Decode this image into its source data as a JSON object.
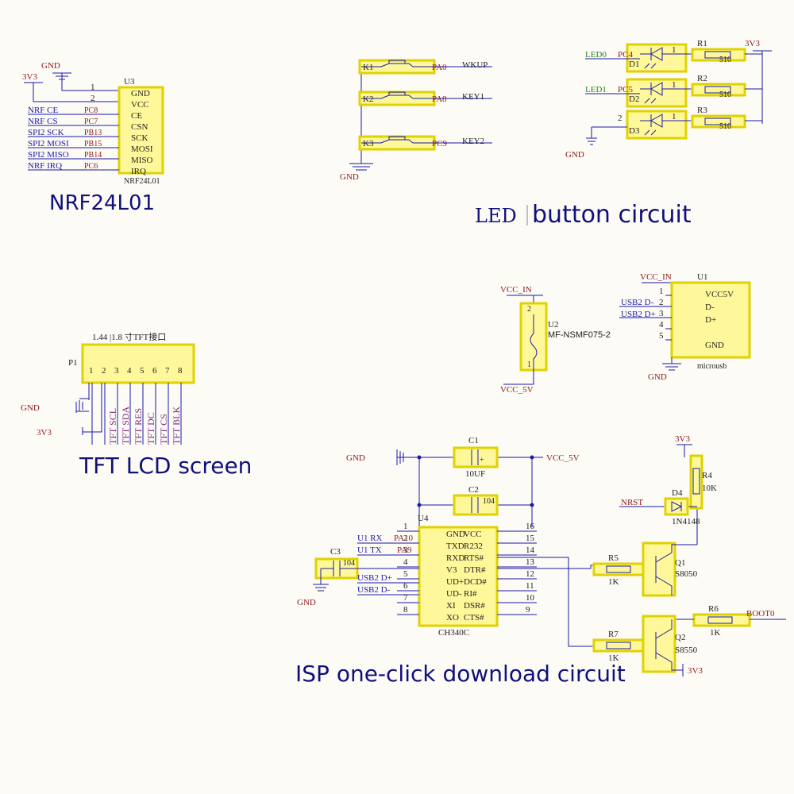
{
  "colors": {
    "background": "#fdfbf6",
    "wire": "#1a1aa8",
    "net_label": "#8b1a1a",
    "part_fill": "#fff89a",
    "part_stroke": "#e0d200",
    "body": "#6b0000",
    "caption": "#10107a",
    "led_label": "#1f8a1f",
    "tft_net": "#7a2a7a"
  },
  "captions": {
    "nrf": "NRF24L01",
    "led_button_a": "LED",
    "led_button_b": "button circuit",
    "tft": "TFT LCD screen",
    "isp": "ISP one-click download circuit"
  },
  "nrf": {
    "gnd": "GND",
    "v33": "3V3",
    "ref": "U3",
    "part": "NRF24L01",
    "pin1": "1",
    "pin2": "2",
    "pins": [
      "GND",
      "VCC",
      "CE",
      "CSN",
      "SCK",
      "MOSI",
      "MISO",
      "IRQ"
    ],
    "nets": [
      "NRF CE",
      "NRF CS",
      "SPI2 SCK",
      "SPI2 MOSI",
      "SPI2 MISO",
      "NRF IRQ"
    ],
    "ports": [
      "PC8",
      "PC7",
      "PB13",
      "PB15",
      "PB14",
      "PC6"
    ]
  },
  "buttons": {
    "items": [
      {
        "ref": "K1",
        "port": "PA0",
        "net": "WKUP"
      },
      {
        "ref": "K2",
        "port": "PA8",
        "net": "KEY1"
      },
      {
        "ref": "K3",
        "port": "PC9",
        "net": "KEY2"
      }
    ],
    "gnd": "GND"
  },
  "leds": {
    "items": [
      {
        "ref": "D1",
        "net": "LED0",
        "port": "PC4",
        "pin": "1",
        "res": "R1",
        "val": "510"
      },
      {
        "ref": "D2",
        "net": "LED1",
        "port": "PC5",
        "pin": "1",
        "res": "R2",
        "val": "510"
      },
      {
        "ref": "D3",
        "net": "",
        "port": "",
        "pin": "2",
        "pin_r": "1",
        "res": "R3",
        "val": "510"
      }
    ],
    "v33": "3V3",
    "gnd": "GND"
  },
  "fuse": {
    "vcc_in": "VCC_IN",
    "ref": "U2",
    "part": "MF-NSMF075-2",
    "vcc5": "VCC_5V",
    "pin2": "2",
    "pin1": "1"
  },
  "usb": {
    "vcc_in": "VCC_IN",
    "ref": "U1",
    "pins": [
      "1",
      "2",
      "3",
      "4",
      "5"
    ],
    "labels": [
      "VCC5V",
      "D-",
      "D+",
      "GND"
    ],
    "nets": [
      "USB2 D-",
      "USB2 D+"
    ],
    "gnd": "GND",
    "part": "microusb"
  },
  "tft": {
    "title": "1.44 |1.8 寸TFT接口",
    "ref": "P1",
    "pins": [
      "1",
      "2",
      "3",
      "4",
      "5",
      "6",
      "7",
      "8"
    ],
    "gnd": "GND",
    "v33": "3V3",
    "nets": [
      "TFT SCL",
      "TFT SDA",
      "TFT RES",
      "TFT DC",
      "TFT CS",
      "TFT BLK"
    ]
  },
  "isp": {
    "gnd": "GND",
    "gnd2": "GND",
    "c1": "C1",
    "c1v": "10UF",
    "c2": "C2",
    "c2v": "104",
    "c3": "C3",
    "c3v": "104",
    "vcc5": "VCC_5V",
    "u4": "U4",
    "chip": "CH340C",
    "left_nums": [
      "1",
      "2",
      "3",
      "4",
      "5",
      "6",
      "7",
      "8"
    ],
    "right_nums": [
      "16",
      "15",
      "14",
      "13",
      "12",
      "11",
      "10",
      "9"
    ],
    "left_names": [
      "GND",
      "TXD",
      "RXD",
      "V3",
      "UD+",
      "UD-",
      "XI",
      "XO"
    ],
    "right_names": [
      "VCC",
      "R232",
      "RTS#",
      "DTR#",
      "DCD#",
      "RI#",
      "DSR#",
      "CTS#"
    ],
    "u1_rx": "U1 RX",
    "u1_tx": "U1 TX",
    "pa10": "PA10",
    "pa9": "PA9",
    "usb_dm": "USB2 D-",
    "usb_dp": "USB2 D+",
    "v33": "3V3",
    "r4": "R4",
    "r4v": "10K",
    "nrst": "NRST",
    "d4": "D4",
    "d4v": "1N4148",
    "r5": "R5",
    "r5v": "1K",
    "q1": "Q1",
    "q1v": "S8050",
    "r6": "R6",
    "r6v": "1K",
    "boot0": "BOOT0",
    "r7": "R7",
    "r7v": "1K",
    "q2": "Q2",
    "q2v": "S8550",
    "v33b": "3V3"
  }
}
